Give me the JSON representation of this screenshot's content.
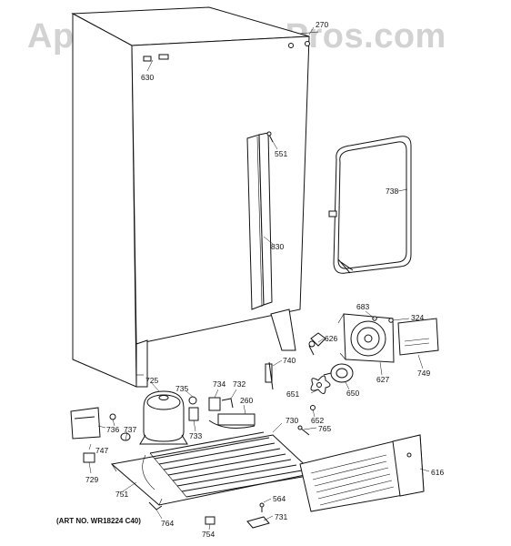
{
  "watermark": "AppliancePartsPros.com",
  "art_number": "(ART NO. WR18224 C40)",
  "callouts": {
    "p270": "270",
    "p630": "630",
    "p551": "551",
    "p738": "738",
    "p830": "830",
    "p683": "683",
    "p324": "324",
    "p626": "626",
    "p749": "749",
    "p627": "627",
    "p740": "740",
    "p650": "650",
    "p651": "651",
    "p652": "652",
    "p765": "765",
    "p725": "725",
    "p735": "735",
    "p734": "734",
    "p732": "732",
    "p260": "260",
    "p733": "733",
    "p730": "730",
    "p736": "736",
    "p737": "737",
    "p747": "747",
    "p729": "729",
    "p751": "751",
    "p616": "616",
    "p564": "564",
    "p764": "764",
    "p731": "731",
    "p754": "754"
  }
}
